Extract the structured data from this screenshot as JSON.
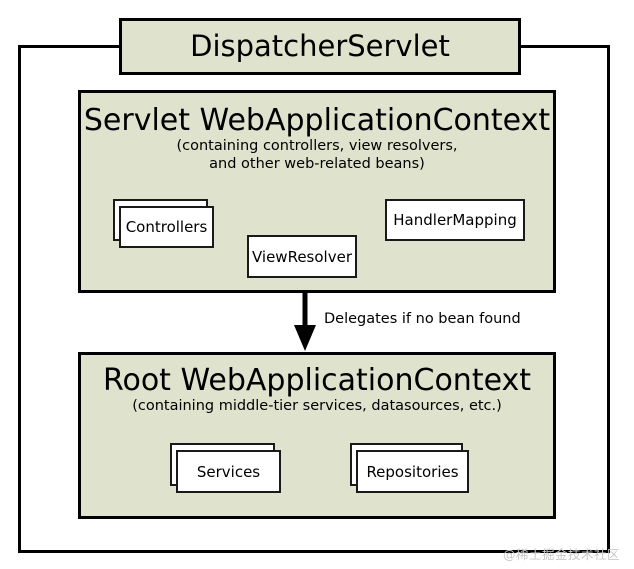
{
  "diagram": {
    "title": "DispatcherServlet",
    "colors": {
      "context_fill": "#dfe3ce",
      "stroke": "#000000",
      "card_fill": "#ffffff",
      "watermark": "#c9c9c9",
      "canvas": "#ffffff"
    },
    "outer_frame": {
      "name": "web-application-frame"
    },
    "dispatcher": {
      "label": "DispatcherServlet"
    },
    "servlet_context": {
      "title": "Servlet WebApplicationContext",
      "subtitle": "(containing controllers, view resolvers,\nand other web-related beans)",
      "beans": [
        {
          "label": "Controllers",
          "stacked": true
        },
        {
          "label": "ViewResolver",
          "stacked": false
        },
        {
          "label": "HandlerMapping",
          "stacked": false
        }
      ]
    },
    "delegation": {
      "label": "Delegates if no bean found",
      "icon": "down-arrow-icon"
    },
    "root_context": {
      "title": "Root WebApplicationContext",
      "subtitle": "(containing middle-tier services, datasources, etc.)",
      "beans": [
        {
          "label": "Services",
          "stacked": true
        },
        {
          "label": "Repositories",
          "stacked": true
        }
      ]
    },
    "watermark": {
      "text": "@稀土掘金技术社区"
    }
  }
}
